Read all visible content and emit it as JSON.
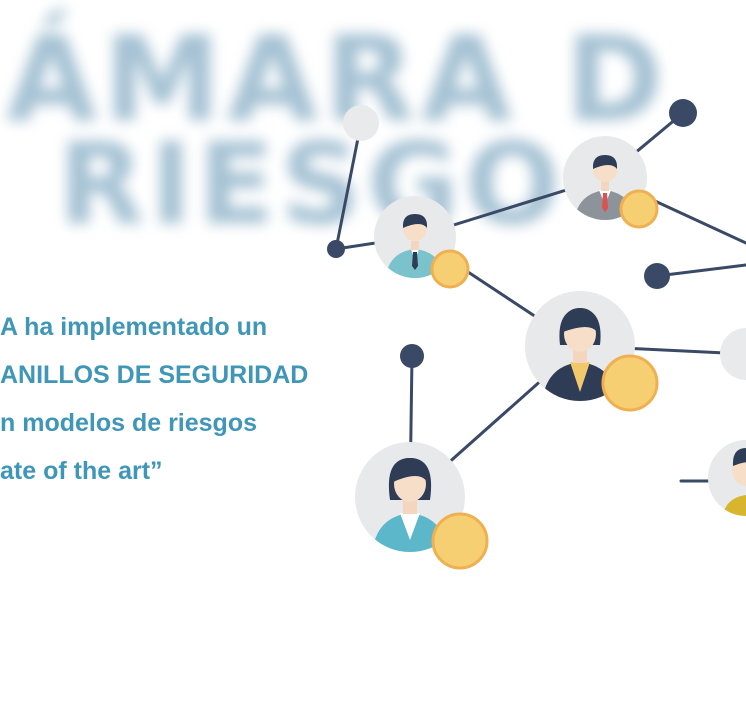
{
  "background_heading": {
    "line1": "ÁMARA D",
    "line2": "RIESGO"
  },
  "quote": {
    "lines": [
      "A ha implementado un",
      "ANILLOS DE SEGURIDAD",
      "n modelos de riesgos",
      "ate of the art”"
    ]
  },
  "colors": {
    "quote_text": "#3f96b6",
    "node_link": "#3a4a66",
    "coin": "#f7cf73",
    "coin_border": "#efb052",
    "avatar_bg": "#e8e9eb",
    "blurred_heading": "#5b8fb0"
  },
  "icons": [
    "person-avatar-icon",
    "coin-icon",
    "network-node-icon"
  ]
}
